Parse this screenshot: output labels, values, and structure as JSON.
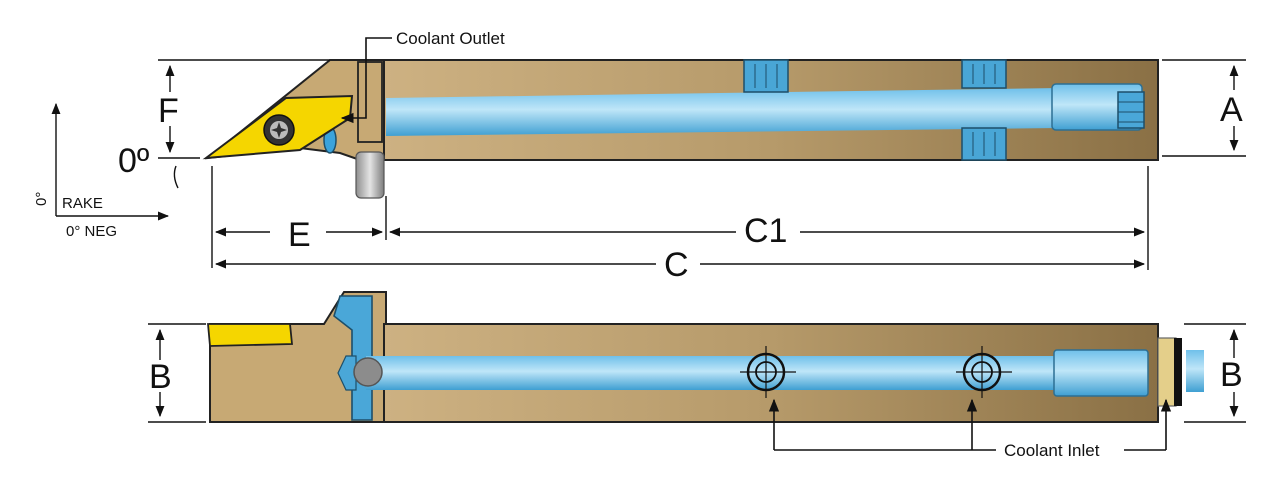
{
  "labels": {
    "coolant_outlet": "Coolant Outlet",
    "coolant_inlet": "Coolant Inlet",
    "dim_f": "F",
    "dim_zero": "0º",
    "dim_a": "A",
    "dim_e": "E",
    "dim_c1": "C1",
    "dim_c": "C",
    "dim_b_left": "B",
    "dim_b_right": "B",
    "rake_angle": "0°",
    "rake_label": "RAKE",
    "rake_neg": "0° NEG"
  },
  "colors": {
    "body_light": "#c9ad7f",
    "body_dark": "#8a7045",
    "coolant_light": "#a9daf3",
    "coolant_dark": "#3f9fd2",
    "insert": "#f5d600",
    "outline": "#222222"
  },
  "icons": [
    "torx-screw-icon",
    "coolant-nozzle-icon",
    "clamp-screw-icon",
    "plug-icon",
    "fitting-icon"
  ]
}
